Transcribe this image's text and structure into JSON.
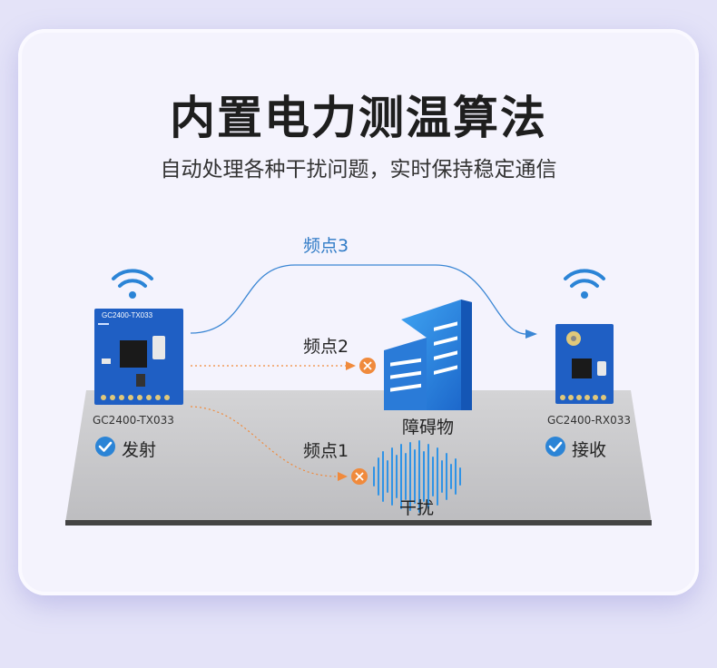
{
  "header": {
    "title": "内置电力测温算法",
    "subtitle": "自动处理各种干扰问题，实时保持稳定通信"
  },
  "diagram": {
    "freq3": "频点3",
    "freq2": "频点2",
    "freq1": "频点1",
    "obstacle": "障碍物",
    "interference": "干扰",
    "tx": {
      "model": "GC2400-TX033",
      "board_text": "GC2400-TX033",
      "action": "发射"
    },
    "rx": {
      "model": "GC2400-RX033",
      "action": "接收"
    }
  },
  "colors": {
    "accent": "#2e7ac6",
    "module": "#1f5fc4",
    "warning": "#f08a3c",
    "platform": "#c9c9cb"
  }
}
